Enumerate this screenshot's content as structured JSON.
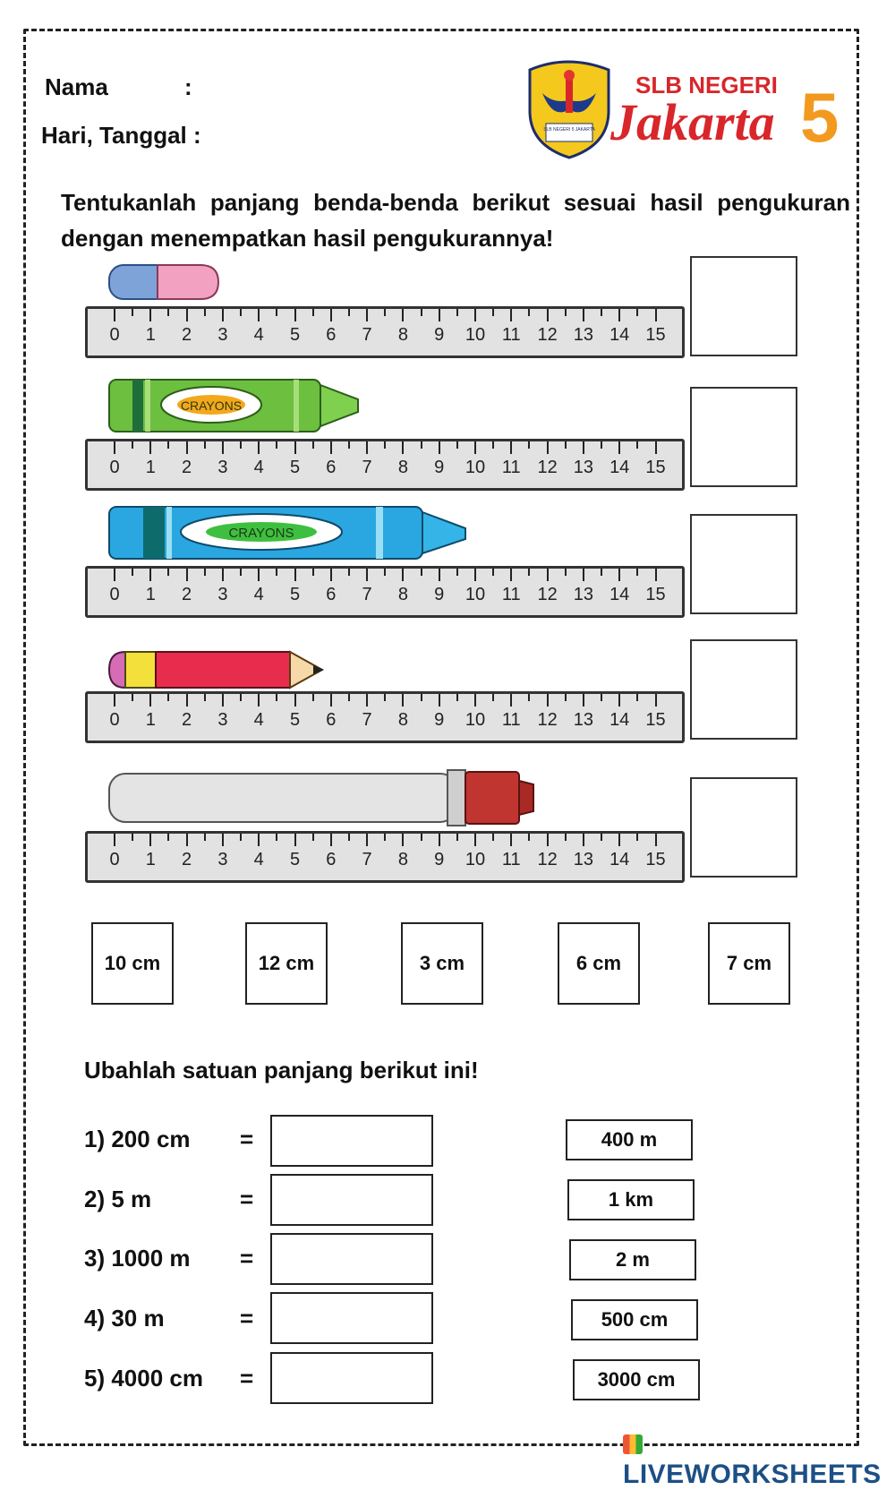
{
  "header": {
    "name_label": "Nama",
    "name_colon": ":",
    "date_label": "Hari, Tanggal :"
  },
  "logo": {
    "school_top": "SLB NEGERI",
    "school_main": "Jakarta",
    "school_num": "5",
    "shield_text": "SLB NEGERI 5 JAKARTA"
  },
  "instruction": "Tentukanlah panjang benda-benda berikut sesuai hasil pengukuran dengan menempatkan hasil pengukurannya!",
  "ruler_numbers": [
    "0",
    "1",
    "2",
    "3",
    "4",
    "5",
    "6",
    "7",
    "8",
    "9",
    "10",
    "11",
    "12",
    "13",
    "14",
    "15"
  ],
  "objects": [
    {
      "name": "eraser",
      "length_cm": 3
    },
    {
      "name": "green-crayon",
      "length_cm": 7,
      "label": "CRAYONS"
    },
    {
      "name": "blue-crayon",
      "length_cm": 10,
      "label": "CRAYONS"
    },
    {
      "name": "pencil",
      "length_cm": 6
    },
    {
      "name": "marker",
      "length_cm": 12
    }
  ],
  "length_options": [
    "10 cm",
    "12 cm",
    "3 cm",
    "6 cm",
    "7 cm"
  ],
  "section2_title": "Ubahlah satuan panjang berikut ini!",
  "conversions": [
    {
      "label": "1) 200 cm",
      "eq": "="
    },
    {
      "label": "2) 5 m",
      "eq": "="
    },
    {
      "label": "3) 1000 m",
      "eq": "="
    },
    {
      "label": "4) 30 m",
      "eq": "="
    },
    {
      "label": "5) 4000 cm",
      "eq": "="
    }
  ],
  "conversion_options": [
    "400 m",
    "1 km",
    "2 m",
    "500 cm",
    "3000 cm"
  ],
  "watermark": "LIVEWORKSHEETS",
  "colors": {
    "eraser_blue": "#7ea3d8",
    "eraser_pink": "#f2a2c0",
    "crayon_green": "#6cbf3f",
    "crayon_blue": "#2aa7e0",
    "pencil_red": "#e82c4e",
    "marker_cap": "#c0352f",
    "logo_red": "#d8262b",
    "watermark_blue": "#1c4f86"
  }
}
